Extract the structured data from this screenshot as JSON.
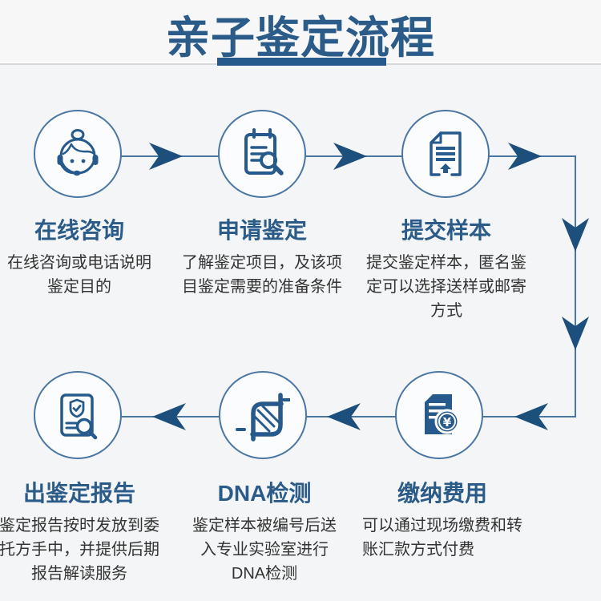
{
  "page": {
    "title": "亲子鉴定流程"
  },
  "colors": {
    "accent": "#275a8c",
    "arrow": "#1d4f7d",
    "label": "#2b5b88",
    "text": "#333333",
    "background": "#f4f5f6",
    "circle_border": "#4a76a3",
    "rule": "#d7d8d9",
    "circle_fill": "#fbfcfd"
  },
  "steps": [
    {
      "label": "在线咨询",
      "icon": "customer-service-icon",
      "description": [
        "在线咨询或电话说明",
        "鉴定目的"
      ]
    },
    {
      "label": "申请鉴定",
      "icon": "clipboard-search-icon",
      "description": [
        "了解鉴定项目，及该项",
        "目鉴定需要的准备条件"
      ]
    },
    {
      "label": "提交样本",
      "icon": "document-upload-icon",
      "description": [
        "提交鉴定样本，匿名鉴",
        "定可以选择送样或邮寄",
        "方式"
      ]
    },
    {
      "label": "缴纳费用",
      "icon": "payment-icon",
      "description": [
        "可以通过现场缴费和转",
        "账汇款方式付费"
      ]
    },
    {
      "label": "DNA检测",
      "icon": "dna-icon",
      "description": [
        "鉴定样本被编号后送",
        "入专业实验室进行",
        "DNA检测"
      ]
    },
    {
      "label": "出鉴定报告",
      "icon": "report-check-icon",
      "description": [
        "鉴定报告按时发放到委",
        "托方手中，并提供后期",
        "报告解读服务"
      ]
    }
  ]
}
